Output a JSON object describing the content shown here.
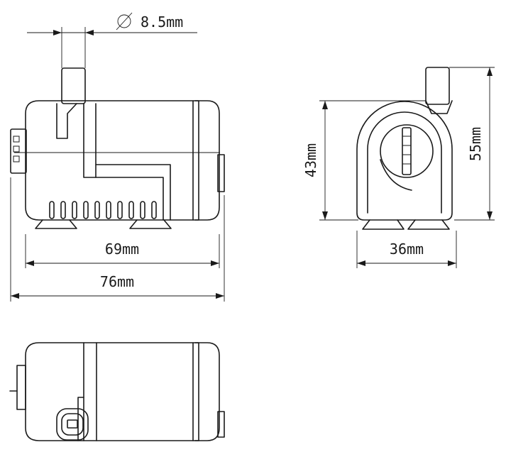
{
  "dimensions": {
    "nozzle_diameter": "8.5mm",
    "diameter_symbol": "⌀",
    "body_length": "69mm",
    "total_length": "76mm",
    "width": "36mm",
    "body_height": "43mm",
    "total_height": "55mm"
  },
  "views": [
    "front-view",
    "side-view",
    "top-view"
  ]
}
